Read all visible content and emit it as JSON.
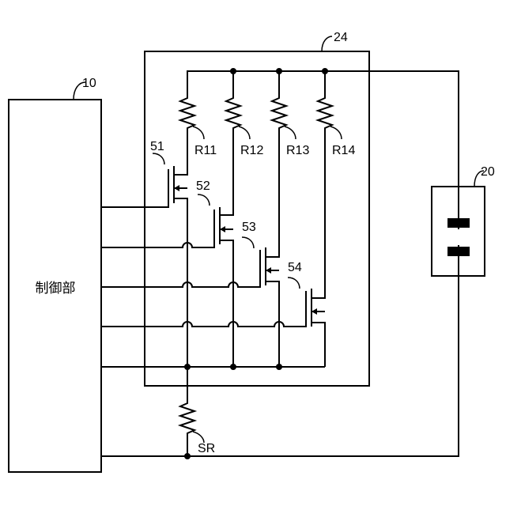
{
  "controller": {
    "ref": "10",
    "label": "制御部"
  },
  "board": {
    "ref": "24"
  },
  "battery": {
    "ref": "20"
  },
  "resistors": [
    {
      "ref": "R11"
    },
    {
      "ref": "R12"
    },
    {
      "ref": "R13"
    },
    {
      "ref": "R14"
    }
  ],
  "transistors": [
    {
      "ref": "51"
    },
    {
      "ref": "52"
    },
    {
      "ref": "53"
    },
    {
      "ref": "54"
    }
  ],
  "shunt": {
    "ref": "SR"
  }
}
